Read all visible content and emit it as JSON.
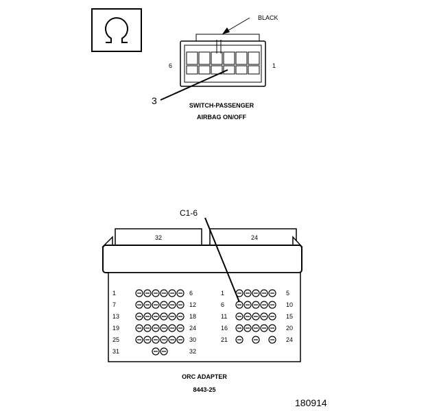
{
  "meter_symbol": "ohm-icon",
  "switch_connector": {
    "color_label": "BLACK",
    "pin_left": "6",
    "pin_right": "1",
    "callout_pin": "3",
    "title_line1": "SWITCH-PASSENGER",
    "title_line2": "AIRBAG ON/OFF"
  },
  "orc_connector": {
    "callout_label": "C1-6",
    "left_header": "32",
    "right_header": "24",
    "left_rows": [
      {
        "start": "1",
        "end": "6",
        "holes": [
          1,
          1,
          1,
          1,
          1,
          1
        ]
      },
      {
        "start": "7",
        "end": "12",
        "holes": [
          1,
          1,
          1,
          1,
          1,
          1
        ]
      },
      {
        "start": "13",
        "end": "18",
        "holes": [
          1,
          1,
          1,
          1,
          1,
          1
        ]
      },
      {
        "start": "19",
        "end": "24",
        "holes": [
          1,
          1,
          1,
          1,
          1,
          1
        ]
      },
      {
        "start": "25",
        "end": "30",
        "holes": [
          1,
          1,
          1,
          1,
          1,
          1
        ]
      },
      {
        "start": "31",
        "end": "32",
        "holes": [
          0,
          0,
          1,
          1,
          0,
          0
        ]
      }
    ],
    "right_rows": [
      {
        "start": "1",
        "end": "5",
        "holes": [
          1,
          1,
          1,
          1,
          1
        ]
      },
      {
        "start": "6",
        "end": "10",
        "holes": [
          1,
          1,
          1,
          1,
          1
        ]
      },
      {
        "start": "11",
        "end": "15",
        "holes": [
          1,
          1,
          1,
          1,
          1
        ]
      },
      {
        "start": "16",
        "end": "20",
        "holes": [
          1,
          1,
          1,
          1,
          1
        ]
      },
      {
        "start": "21",
        "end": "24",
        "holes": [
          1,
          0,
          1,
          0,
          1
        ]
      }
    ],
    "title_line1": "ORC ADAPTER",
    "title_line2": "8443-25"
  },
  "figure_number": "180914"
}
